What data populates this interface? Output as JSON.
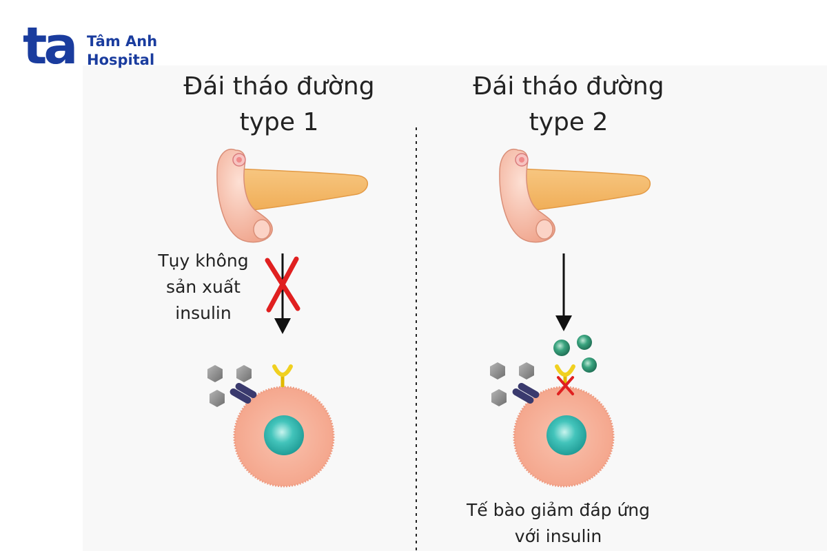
{
  "logo": {
    "mark": "ta",
    "line1": "Tâm Anh",
    "line2": "Hospital",
    "color": "#1a3c9e"
  },
  "panels": [
    {
      "title_line1": "Đái tháo đường",
      "title_line2": "type 1",
      "note_lines": [
        "Tụy không",
        "sản xuất",
        "insulin"
      ]
    },
    {
      "title_line1": "Đái tháo đường",
      "title_line2": "type 2",
      "note_lines": [
        "Tế bào giảm đáp ứng",
        "với insulin"
      ]
    }
  ],
  "colors": {
    "pancreas_body": "#f5be6e",
    "pancreas_head": "#f3b09a",
    "cell": "#f6a990",
    "nucleus": "#2fb8b0",
    "glucose": "#8a8a8a",
    "insulin": "#2e8b6e",
    "receptor": "#f0d020",
    "transporter": "#3a3a6e",
    "block_mark": "#e02020"
  }
}
